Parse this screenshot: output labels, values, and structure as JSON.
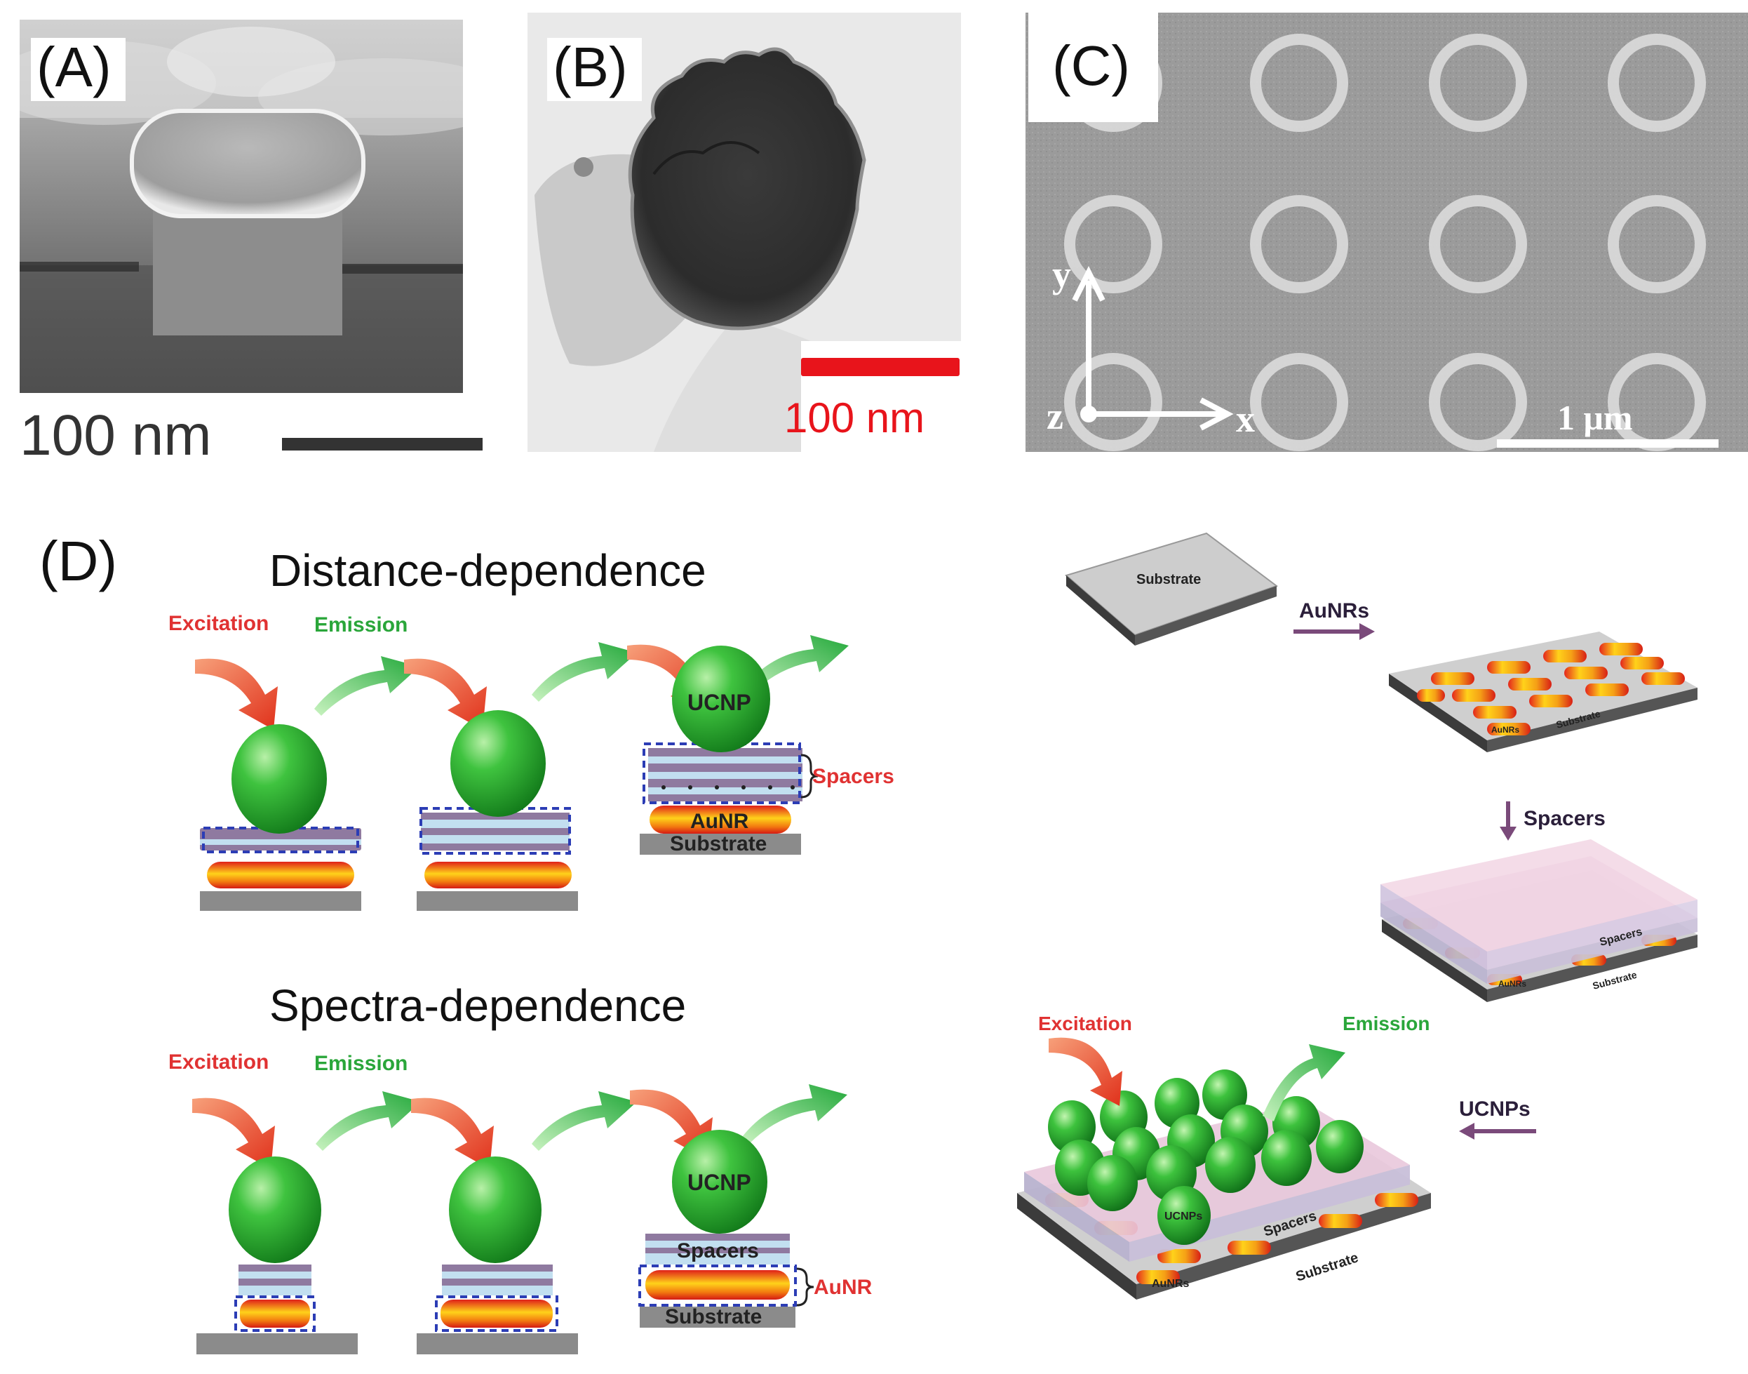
{
  "panels": {
    "a": {
      "label": "(A)",
      "scale_bar": "100 nm"
    },
    "b": {
      "label": "(B)",
      "scale_bar": "100 nm"
    },
    "c": {
      "label": "(C)",
      "scale_bar": "1 μm",
      "axis_y": "y",
      "axis_x": "x",
      "axis_z": "z"
    },
    "d": {
      "label": "(D)"
    }
  },
  "schematics": {
    "distance_title": "Distance-dependence",
    "spectra_title": "Spectra-dependence",
    "excitation": "Excitation",
    "emission": "Emission",
    "ucnp": "UCNP",
    "spacers": "Spacers",
    "aunr": "AuNR",
    "substrate": "Substrate"
  },
  "process": {
    "substrate": "Substrate",
    "aunrs_step": "AuNRs",
    "spacers_step": "Spacers",
    "ucnps_step": "UCNPs",
    "excitation": "Excitation",
    "emission": "Emission",
    "aunrs_label": "AuNRs",
    "spacers_label": "Spacers",
    "substrate_label": "Substrate",
    "ucnps_label": "UCNPs"
  },
  "colors": {
    "excitation": "#e03232",
    "emission": "#2aa63a",
    "process_arrow": "#7a4a7a",
    "red_scale_bar": "#e8141b"
  }
}
